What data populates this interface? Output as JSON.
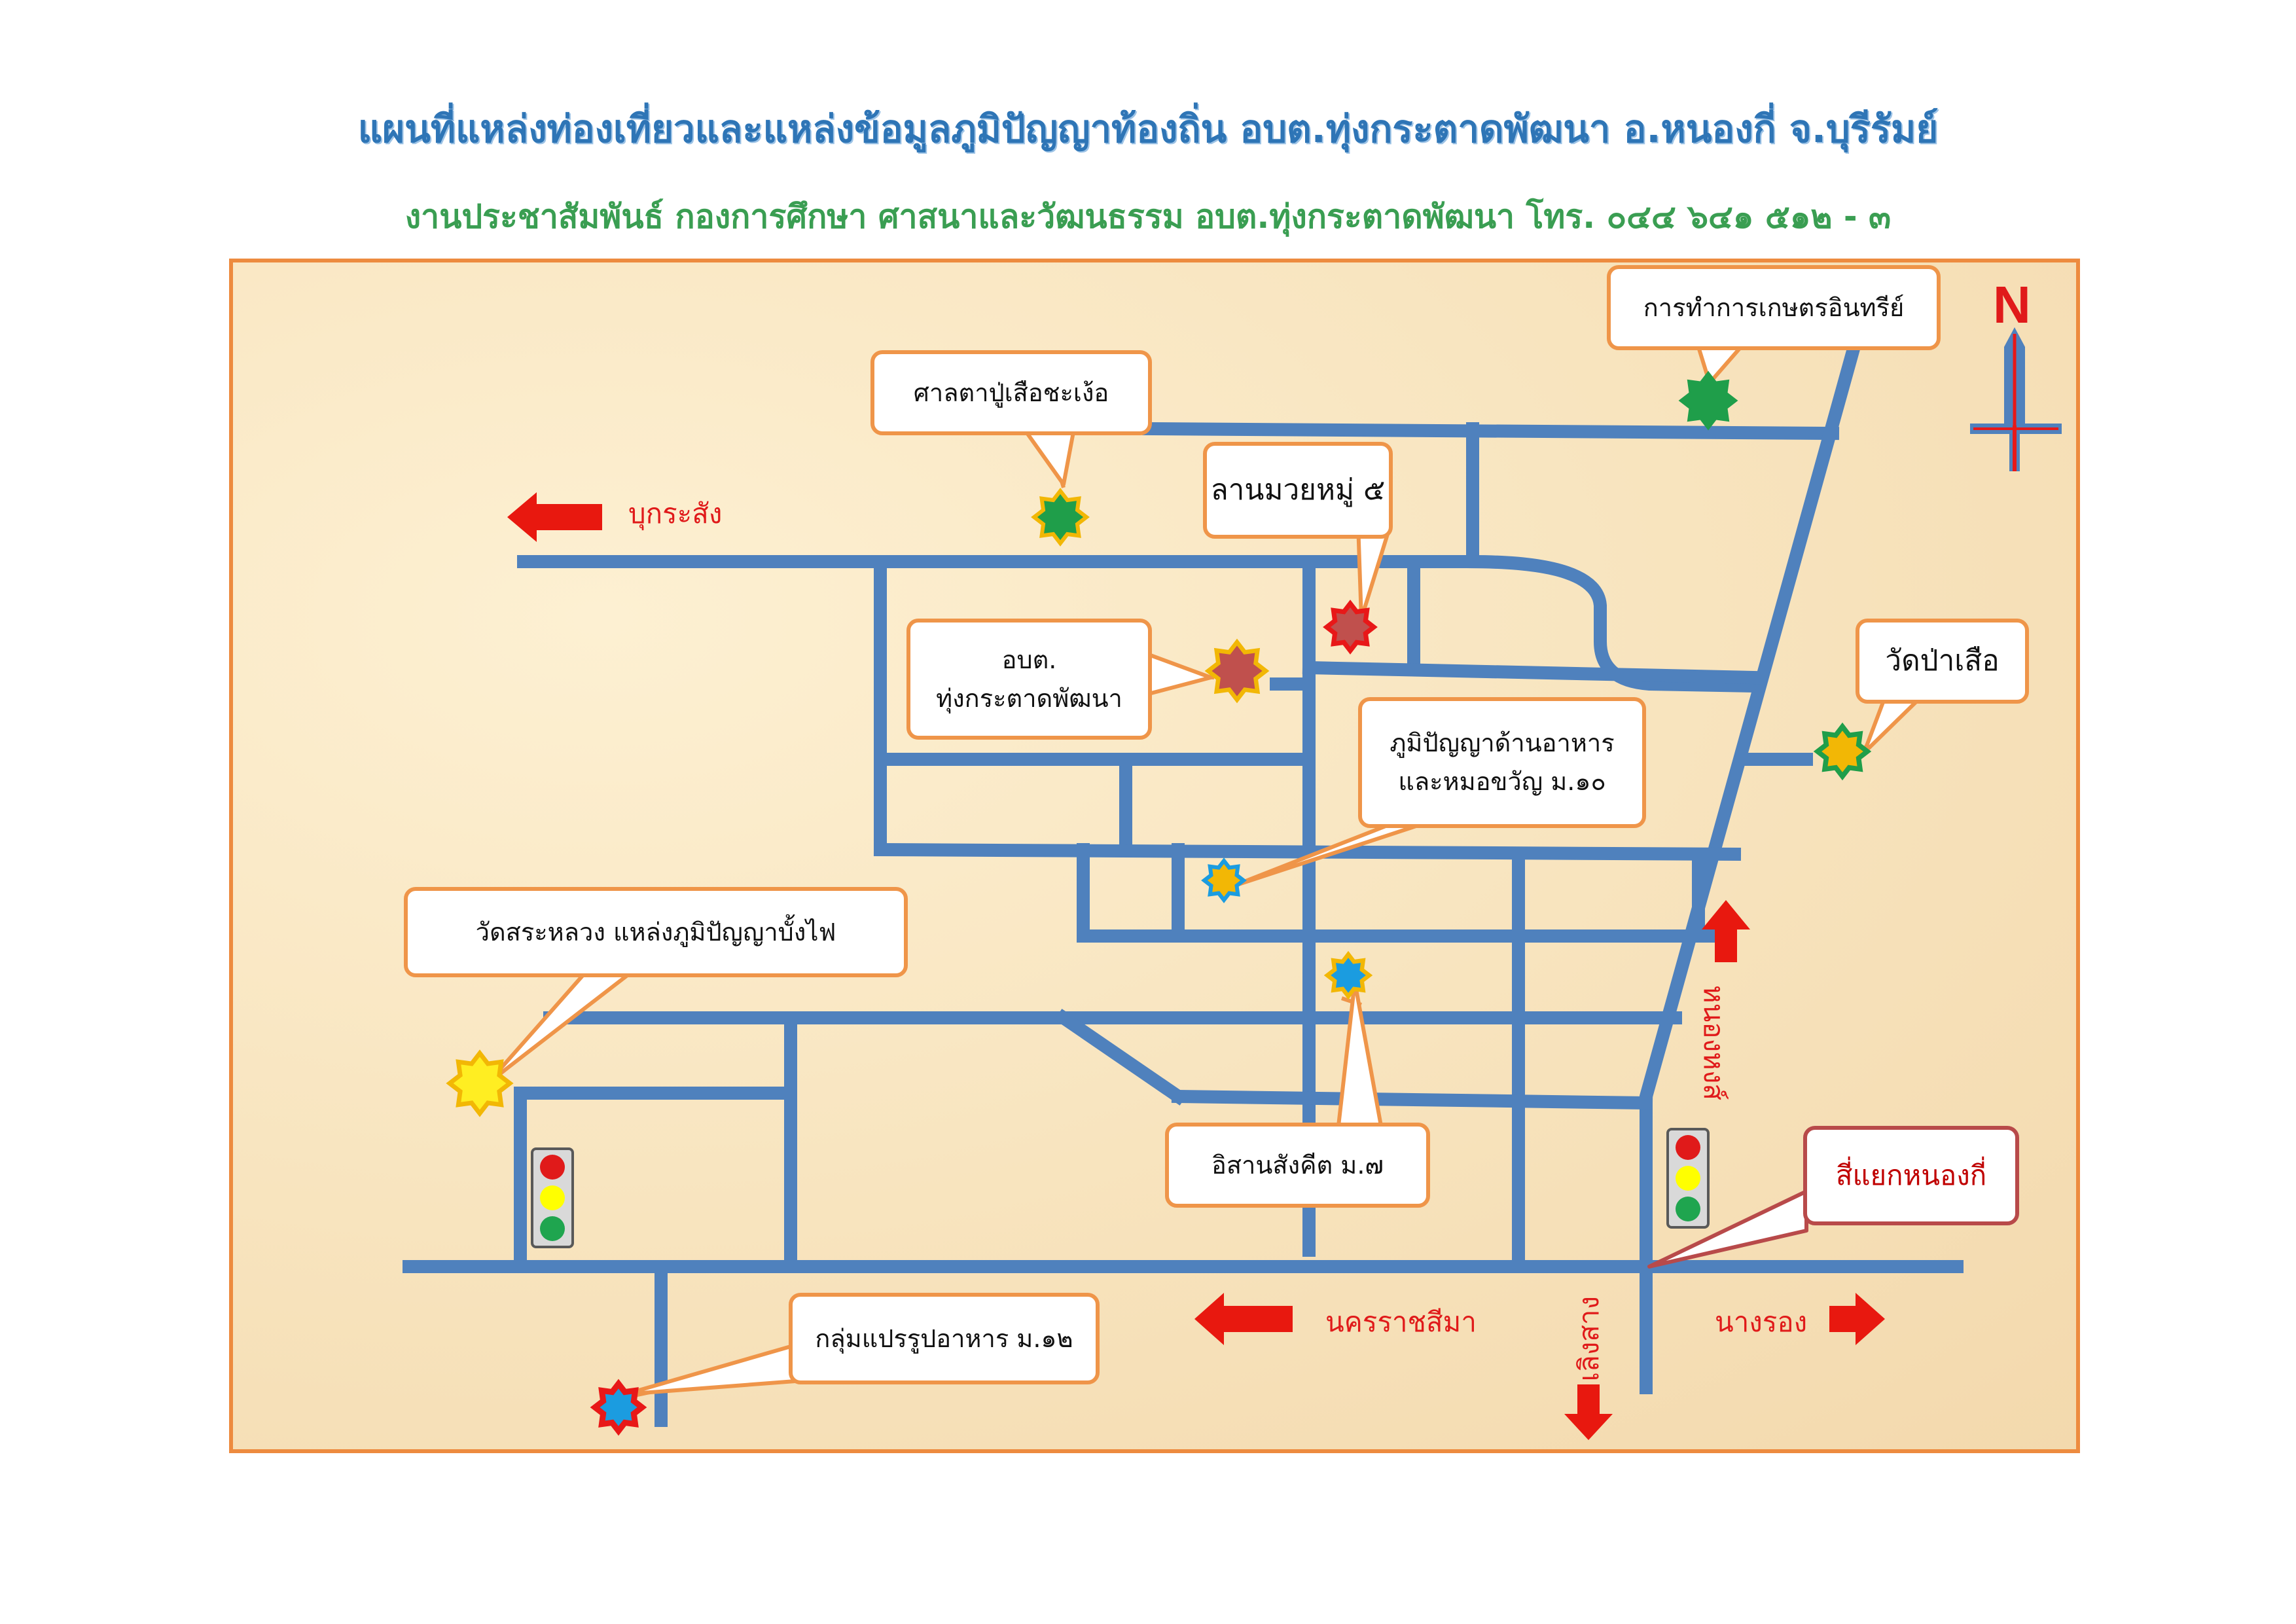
{
  "header": {
    "title": "แผนที่แหล่งท่องเที่ยวและแหล่งข้อมูลภูมิปัญญาท้องถิ่น อบต.ทุ่งกระตาดพัฒนา อ.หนองกี่ จ.บุรีรัมย์",
    "subtitle": "งานประชาสัมพันธ์ กองการศึกษา ศาสนาและวัฒนธรรม อบต.ทุ่งกระตาดพัฒนา โทร. ๐๔๔ ๖๔๑ ๕๑๒ - ๓"
  },
  "compass": {
    "label": "N"
  },
  "landmarks": {
    "organic_farm": "การทำการเกษตรอินทรีย์",
    "shrine": "ศาลตาปู่เสือชะเง้อ",
    "boxing": "ลานมวยหมู่ ๕",
    "sao_line1": "อบต.",
    "sao_line2": "ทุ่งกระตาดพัฒนา",
    "food_wisdom_line1": "ภูมิปัญญาด้านอาหาร",
    "food_wisdom_line2": "และหมอขวัญ ม.๑๐",
    "wat_pa_suea": "วัดป่าเสือ",
    "wat_sra_luang": "วัดสระหลวง แหล่งภูมิปัญญาบั้งไฟ",
    "isan_music": "อิสานสังคีต ม.๗",
    "food_processing": "กลุ่มแปรรูปอาหาร ม.๑๒",
    "intersection": "สี่แยกหนองกี่"
  },
  "directions": {
    "bu_krasang": "บุกระสัง",
    "nakhon_ratchasima": "นครราชสีมา",
    "nang_rong": "นางรอง",
    "nong_hong": "หนองหงส์",
    "loeng_sang": "เลิงสาง"
  },
  "colors": {
    "road": "#4f81bd",
    "arrow": "#e8180f",
    "frame": "#ed8b3f",
    "callout_border": "#ef9549",
    "title": "#2e75b6",
    "subtitle": "#3a9e52"
  },
  "icons": [
    "star-marker-icon",
    "traffic-light-icon",
    "arrow-icon",
    "compass-icon"
  ]
}
